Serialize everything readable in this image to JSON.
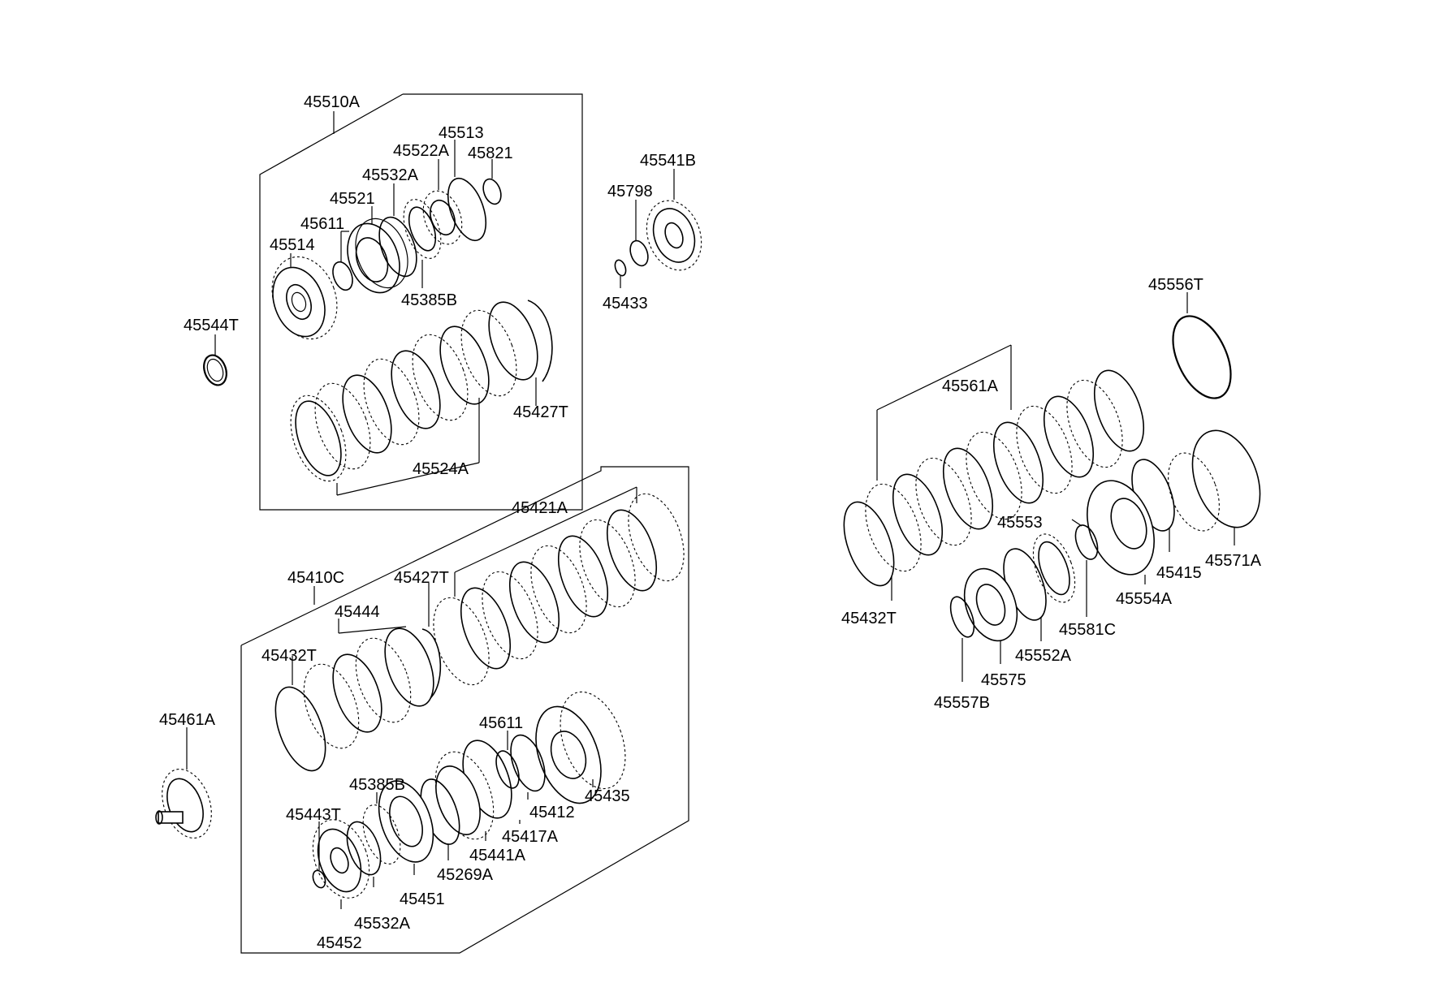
{
  "labels": {
    "p45510A": "45510A",
    "p45513": "45513",
    "p45522A": "45522A",
    "p45821": "45821",
    "p45532A_top": "45532A",
    "p45521": "45521",
    "p45611_top": "45611",
    "p45514": "45514",
    "p45385B_top": "45385B",
    "p45427T_top": "45427T",
    "p45524A": "45524A",
    "p45544T": "45544T",
    "p45541B": "45541B",
    "p45798": "45798",
    "p45433": "45433",
    "p45556T": "45556T",
    "p45561A": "45561A",
    "p45553": "45553",
    "p45415": "45415",
    "p45571A": "45571A",
    "p45554A": "45554A",
    "p45432T_right": "45432T",
    "p45581C": "45581C",
    "p45552A": "45552A",
    "p45575": "45575",
    "p45557B": "45557B",
    "p45421A": "45421A",
    "p45410C": "45410C",
    "p45427T_bottom": "45427T",
    "p45444": "45444",
    "p45432T_bottom": "45432T",
    "p45461A": "45461A",
    "p45611_bottom": "45611",
    "p45435": "45435",
    "p45385B_bottom": "45385B",
    "p45412": "45412",
    "p45443T": "45443T",
    "p45417A": "45417A",
    "p45441A": "45441A",
    "p45269A": "45269A",
    "p45451": "45451",
    "p45532A_bottom": "45532A",
    "p45452": "45452"
  },
  "colors": {
    "line": "#000000",
    "background": "#ffffff"
  }
}
